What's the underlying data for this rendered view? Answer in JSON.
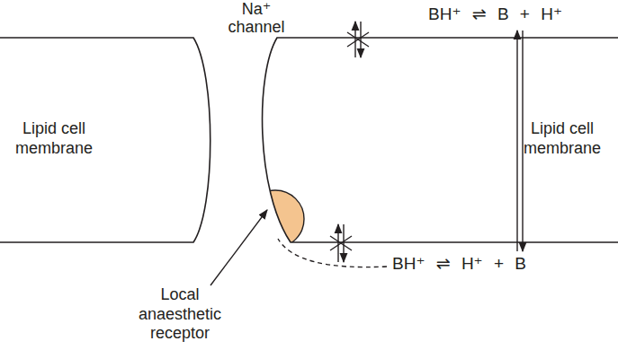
{
  "diagram": {
    "nodes": [
      {
        "text": [
          "Lipid cell membrane"
        ]
      },
      {
        "text": [
          "Lipid cell membrane"
        ]
      }
    ],
    "labels": [
      "Na⁺ channel",
      "BH⁺ ⇌ B + H⁺",
      "BH⁺ ⇌ H⁺ + B",
      "Local anaesthetic receptor"
    ]
  }
}
